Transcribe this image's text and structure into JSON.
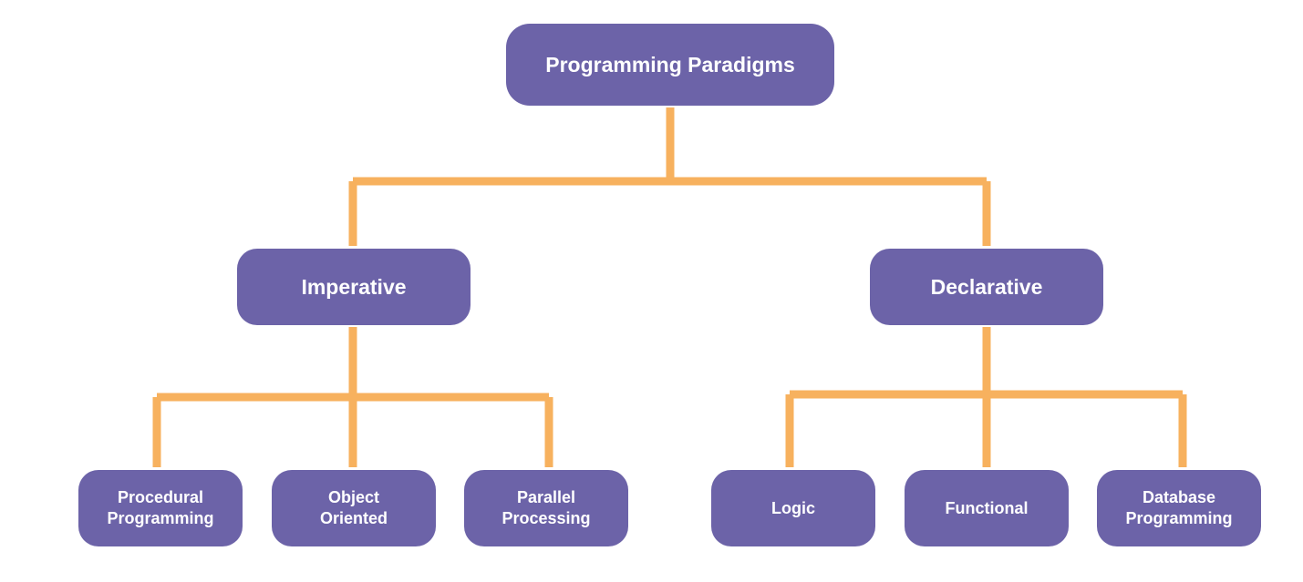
{
  "colors": {
    "node_fill": "#6c63a8",
    "node_text": "#ffffff",
    "connector": "#f7b15e",
    "background": "#ffffff"
  },
  "root": {
    "label": "Programming Paradigms"
  },
  "branches": [
    {
      "label": "Imperative",
      "children": [
        {
          "label": "Procedural\nProgramming"
        },
        {
          "label": "Object\nOriented"
        },
        {
          "label": "Parallel\nProcessing"
        }
      ]
    },
    {
      "label": "Declarative",
      "children": [
        {
          "label": "Logic"
        },
        {
          "label": "Functional"
        },
        {
          "label": "Database\nProgramming"
        }
      ]
    }
  ]
}
